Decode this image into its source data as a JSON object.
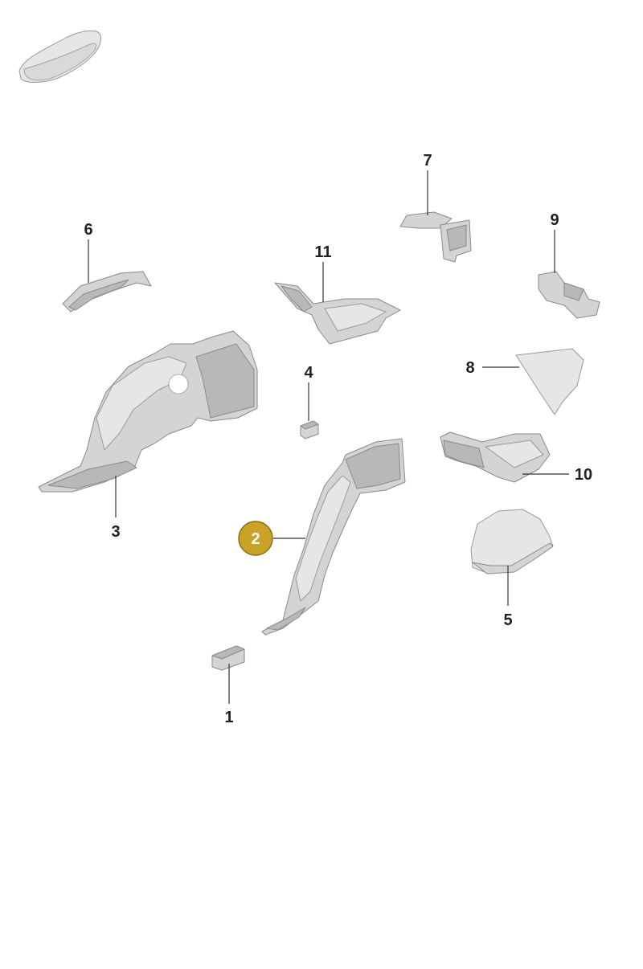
{
  "diagram": {
    "highlight_color": "#c9a227",
    "selected_callout": "2",
    "callouts": [
      {
        "id": "c1",
        "label": "1"
      },
      {
        "id": "c2",
        "label": "2"
      },
      {
        "id": "c3",
        "label": "3"
      },
      {
        "id": "c4",
        "label": "4"
      },
      {
        "id": "c5",
        "label": "5"
      },
      {
        "id": "c6",
        "label": "6"
      },
      {
        "id": "c7",
        "label": "7"
      },
      {
        "id": "c8",
        "label": "8"
      },
      {
        "id": "c9",
        "label": "9"
      },
      {
        "id": "c10",
        "label": "10"
      },
      {
        "id": "c11",
        "label": "11"
      }
    ],
    "vehicle_icon": "car-silhouette-icon"
  }
}
